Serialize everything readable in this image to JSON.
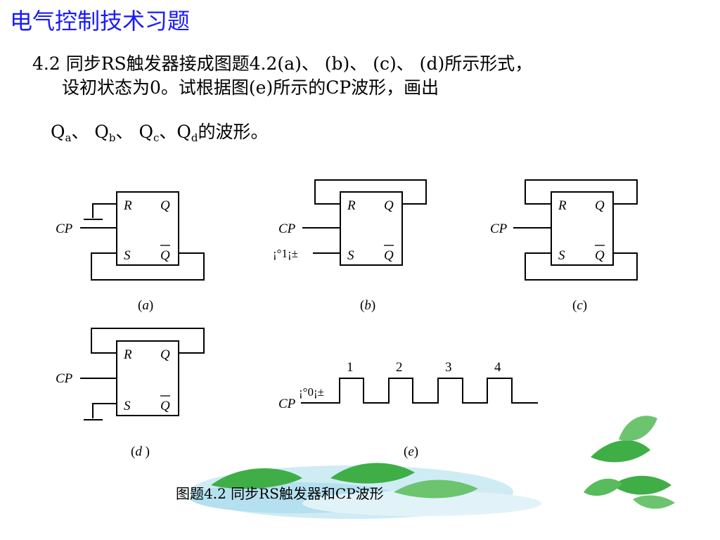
{
  "slide": {
    "title": "电气控制技术习题",
    "problem_line1": "4.2  同步RS触发器接成图题4.2(a)、 (b)、 (c)、 (d)所示形式，",
    "problem_line2": "设初状态为0。试根据图(e)所示的CP波形，画出",
    "q_line": {
      "q": "Q",
      "sub_a": "a",
      "sub_b": "b",
      "sub_c": "c",
      "sub_d": "d",
      "sep1": "、 ",
      "sep2": "、 ",
      "sep3": "、",
      "tail": "的波形。"
    },
    "figure_caption": "图题4.2    同步RS触发器和CP波形"
  },
  "figure": {
    "pin_r": "R",
    "pin_s": "S",
    "pin_q": "Q",
    "pin_qbar": "Q",
    "cp_label": "CP",
    "b_s_input": "¡°1¡±",
    "e_cp_label": "CP",
    "e_garbled": "¡°0¡±",
    "pulse_labels": [
      "1",
      "2",
      "3",
      "4"
    ],
    "subcaption_a": {
      "open": "(",
      "letter": "a",
      "close": ")"
    },
    "subcaption_b": {
      "open": "(",
      "letter": "b",
      "close": ")"
    },
    "subcaption_c": {
      "open": "(",
      "letter": "c",
      "close": ")"
    },
    "subcaption_d": {
      "open": "(",
      "letter": "d",
      "close": " )"
    },
    "subcaption_e": {
      "open": "(",
      "letter": "e",
      "close": ")"
    }
  },
  "decor": {
    "leaf_color": "#3fae47",
    "splash_color": "#8fd0e6"
  }
}
